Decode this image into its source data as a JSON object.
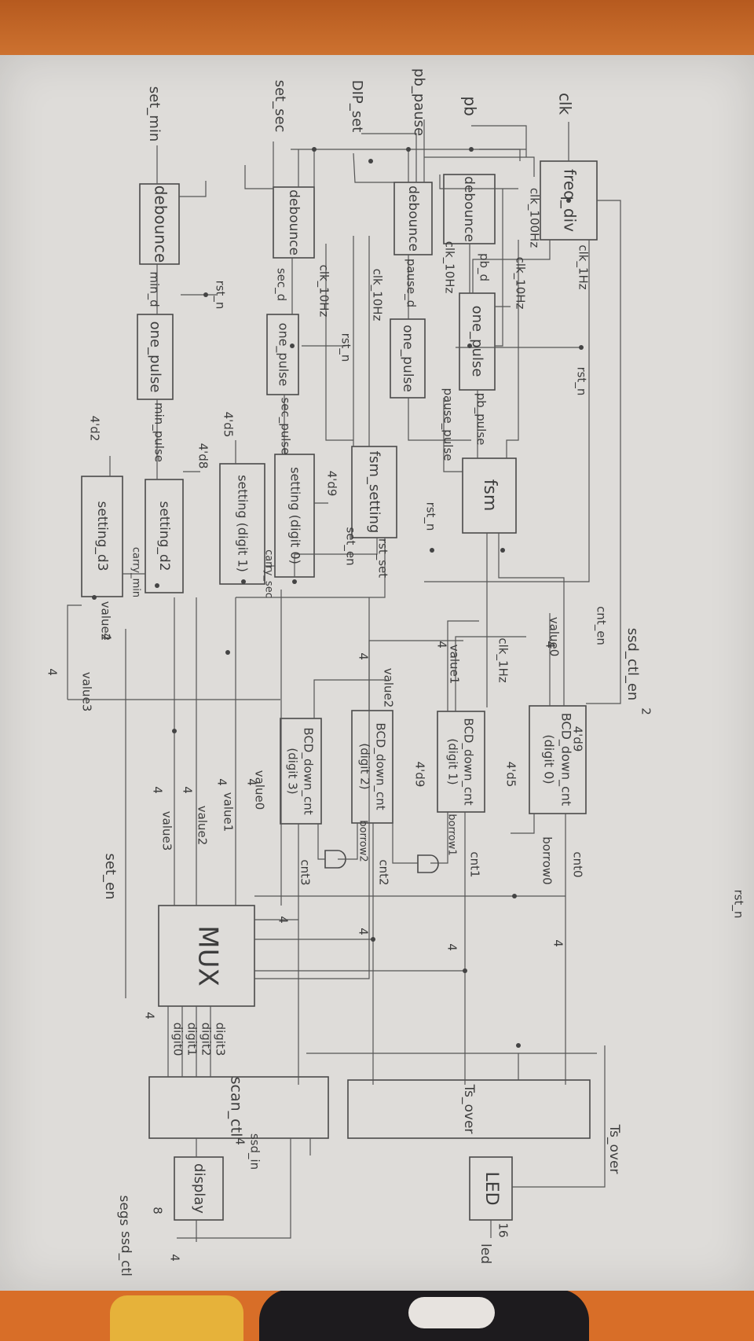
{
  "blocks": {
    "freq_div": "freq_div",
    "debounce_pb": "debounce",
    "debounce_pause": "debounce",
    "debounce_sec": "debounce",
    "debounce_min": "debounce",
    "one_pulse_pb": "one_pulse",
    "one_pulse_pause": "one_pulse",
    "one_pulse_sec": "one_pulse",
    "one_pulse_min": "one_pulse",
    "fsm": "fsm",
    "fsm_setting": "fsm_setting",
    "setting_digit0": "setting (digit 0)",
    "setting_digit1": "setting (digit 1)",
    "setting_d2": "setting_d2",
    "setting_d3": "setting_d3",
    "bcd0": [
      "BCD_down_cnt",
      "(digit 0)"
    ],
    "bcd1": [
      "BCD_down_cnt",
      "(digit 1)"
    ],
    "bcd2": [
      "BCD_down_cnt",
      "(digit 2)"
    ],
    "bcd3": [
      "BCD_down_cnt",
      "(digit 3)"
    ],
    "mux": "MUX",
    "scan_ctl": "scan_ctl",
    "ts_over": "Ts_over",
    "led": "LED",
    "display": "display"
  },
  "signals": {
    "clk": "clk",
    "pb": "pb",
    "pb_pause": "pb_pause",
    "dip_set": "DIP_set",
    "set_sec": "set_sec",
    "set_min": "set_min",
    "clk_1hz": "clk_1Hz",
    "clk_100hz": "clk_100Hz",
    "clk_10hz": "clk_10Hz",
    "pb_d": "pb_d",
    "pause_d": "pause_d",
    "sec_d": "sec_d",
    "min_d": "min_d",
    "pb_pulse": "pb_pulse",
    "pause_pulse": "pause_pulse",
    "sec_pulse": "sec_pulse",
    "min_pulse": "min_pulse",
    "rst_n": "rst_n",
    "rst_set": "rst_set",
    "set_en": "set_en",
    "carry_sec": "carry_sec",
    "carry_min": "carry_min",
    "cnt_en": "cnt_en",
    "ssd_ctl_en": "ssd_ctl_en",
    "value0": "value0",
    "value1": "value1",
    "value2": "value2",
    "value3": "value3",
    "cnt0": "cnt0",
    "cnt1": "cnt1",
    "cnt2": "cnt2",
    "cnt3": "cnt3",
    "borrow0": "borrow0",
    "borrow1": "borrow1",
    "borrow2": "borrow2",
    "digit0": "digit0",
    "digit1": "digit1",
    "digit2": "digit2",
    "digit3": "digit3",
    "ssd_in": "ssd_in",
    "ts_over": "Ts_over",
    "segs": "segs",
    "ssd_ctl": "ssd_ctl",
    "led": "led",
    "d9": "4'd9",
    "d5": "4'd5",
    "d2": "4'd2",
    "d8": "4'd8",
    "w4": "4",
    "w8": "8",
    "w16": "16",
    "two": "2"
  }
}
